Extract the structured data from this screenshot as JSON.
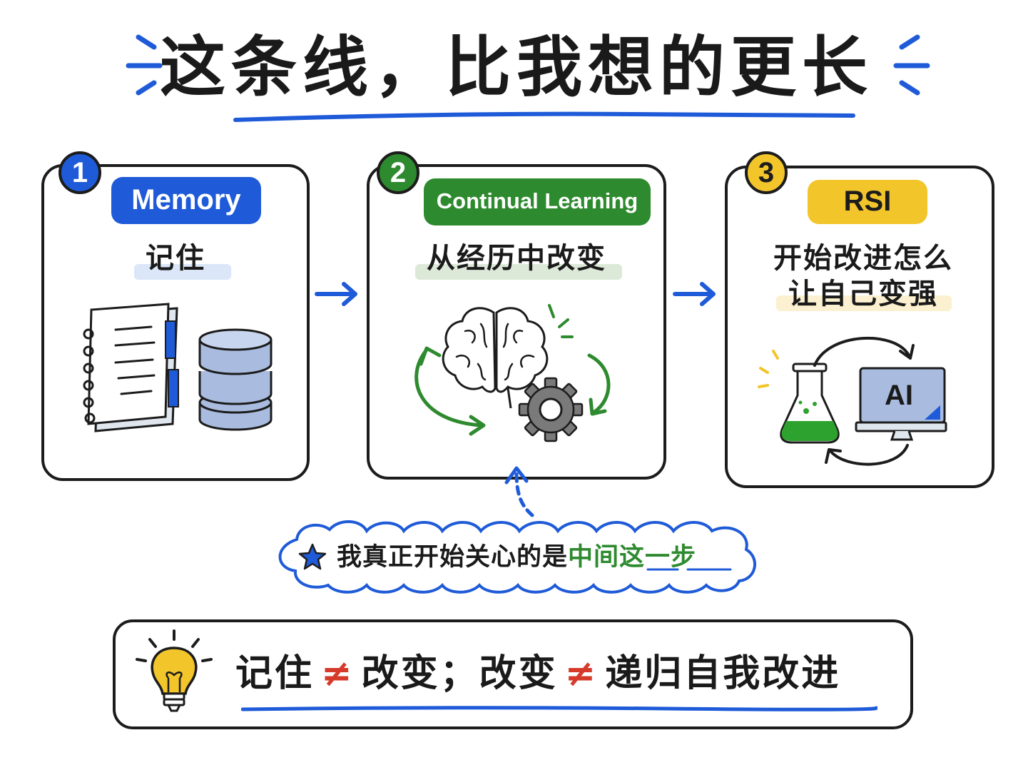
{
  "title": "这条线，比我想的更长",
  "steps": [
    {
      "number": "1",
      "label": "Memory",
      "subtitle": "记住"
    },
    {
      "number": "2",
      "label": "Continual Learning",
      "subtitle": "从经历中改变"
    },
    {
      "number": "3",
      "label": "RSI",
      "subtitle_line1": "开始改进怎么",
      "subtitle_line2": "让自己变强",
      "icon_text": "AI"
    }
  ],
  "callout": {
    "prefix": "我真正开始关心的是",
    "highlight": "中间这一步"
  },
  "summary": {
    "part1": "记住",
    "neq1": "≠",
    "part2": "改变；改变",
    "neq2": "≠",
    "part3": "递归自我改进"
  },
  "colors": {
    "blue": "#1f5bd8",
    "green": "#2e8a2e",
    "yellow": "#f2c52b",
    "red": "#d63a2a",
    "dark": "#1c1c1c"
  },
  "icons": [
    "spark-icon",
    "notebook-icon",
    "database-icon",
    "brain-icon",
    "gear-icon",
    "cycle-arrows-icon",
    "flask-icon",
    "monitor-icon",
    "star-icon",
    "lightbulb-icon",
    "arrow-right-icon",
    "arrow-up-icon"
  ]
}
